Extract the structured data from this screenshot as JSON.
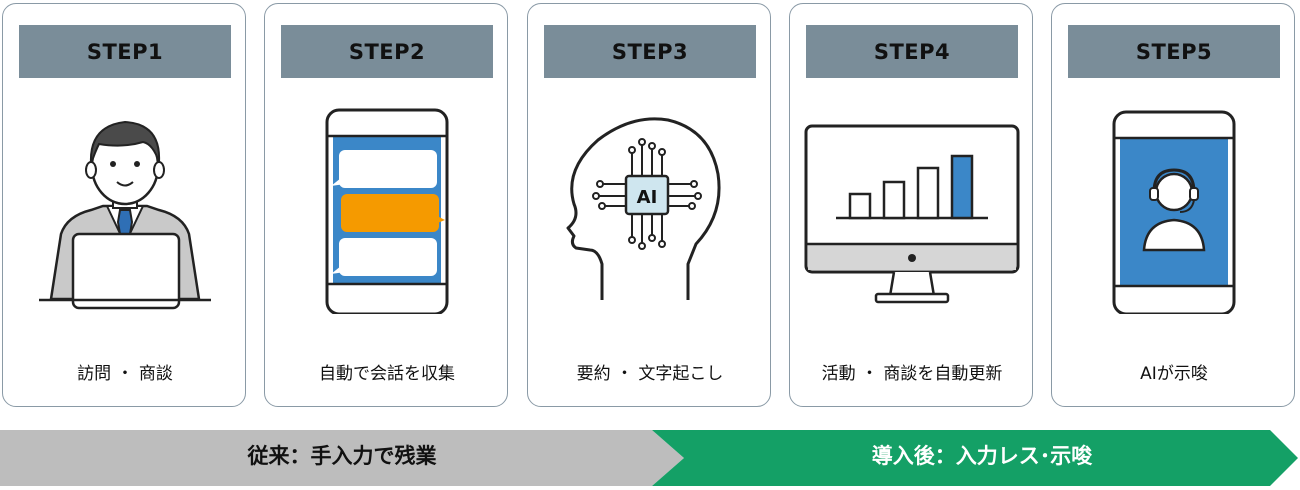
{
  "steps": [
    {
      "label": "STEP1",
      "caption": "訪問 ・ 商談",
      "illustration": "businessman-laptop-icon"
    },
    {
      "label": "STEP2",
      "caption": "自動で会話を収集",
      "illustration": "phone-chat-icon"
    },
    {
      "label": "STEP3",
      "caption": "要約 ・ 文字起こし",
      "illustration": "ai-head-icon"
    },
    {
      "label": "STEP4",
      "caption": "活動 ・ 商談を自動更新",
      "illustration": "monitor-chart-icon"
    },
    {
      "label": "STEP5",
      "caption": "AIが示唆",
      "illustration": "phone-operator-icon"
    }
  ],
  "chip_text": "AI",
  "bands": {
    "before": {
      "label": "従来：手入力で残業",
      "color": "#bdbdbd"
    },
    "after": {
      "label": "導入後：入力レス･示唆",
      "color": "#14a066"
    }
  },
  "colors": {
    "header_bg": "#7a8d99",
    "card_border": "#8a9aa6",
    "phone_screen": "#3b87c8",
    "bubble_orange": "#f59a00",
    "bar_highlight": "#3b87c8"
  }
}
